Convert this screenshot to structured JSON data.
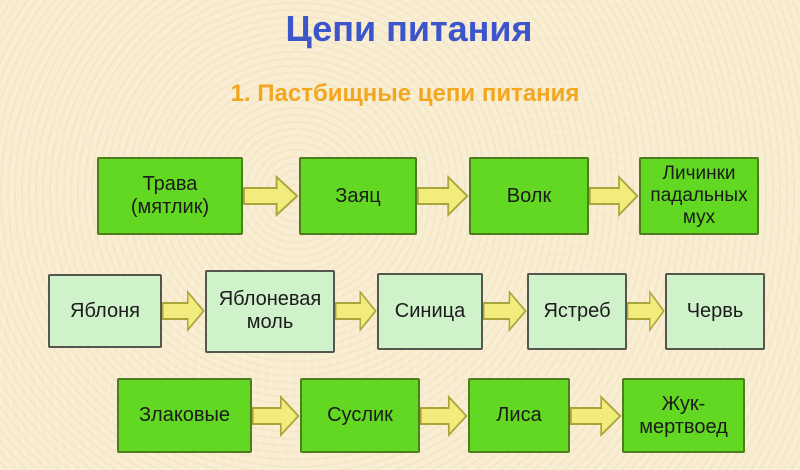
{
  "page": {
    "title": "Цепи питания",
    "subtitle": "1. Пастбищные цепи питания"
  },
  "colors": {
    "background": "#f8edd1",
    "title_blue": "#3c55cb",
    "subtitle_orange": "#f2a71f",
    "bright_green_box": "#62d822",
    "bright_green_border": "#4e7c1e",
    "light_green_box": "#d0f2ca",
    "light_green_border": "#55564e",
    "arrow_fill": "#f2ec7c",
    "arrow_stroke": "#a9a43b",
    "box_text": "#1b1b1b"
  },
  "chains": [
    {
      "name": "chain-1",
      "style": "bright",
      "items": [
        "Трава (мятлик)",
        "Заяц",
        "Волк",
        "Личинки падальных мух"
      ]
    },
    {
      "name": "chain-2",
      "style": "light",
      "items": [
        "Яблоня",
        "Яблоневая моль",
        "Синица",
        "Ястреб",
        "Червь"
      ]
    },
    {
      "name": "chain-3",
      "style": "bright",
      "items": [
        "Злаковые",
        "Суслик",
        "Лиса",
        "Жук-мертвоед"
      ]
    }
  ]
}
